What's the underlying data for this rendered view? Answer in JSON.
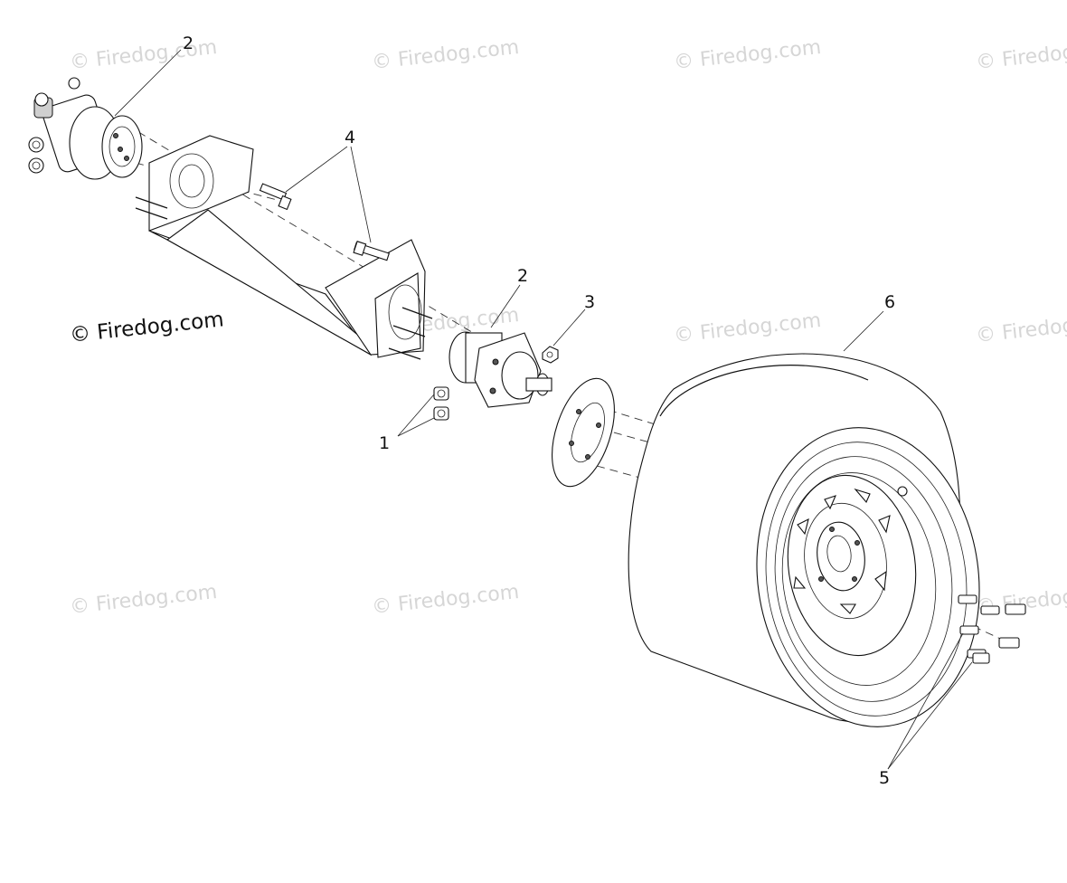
{
  "watermark": {
    "faint_text": "© Firedog.com",
    "strong_text": "© Firedog.com"
  },
  "callouts": [
    "1",
    "2",
    "2",
    "3",
    "4",
    "5",
    "6"
  ]
}
